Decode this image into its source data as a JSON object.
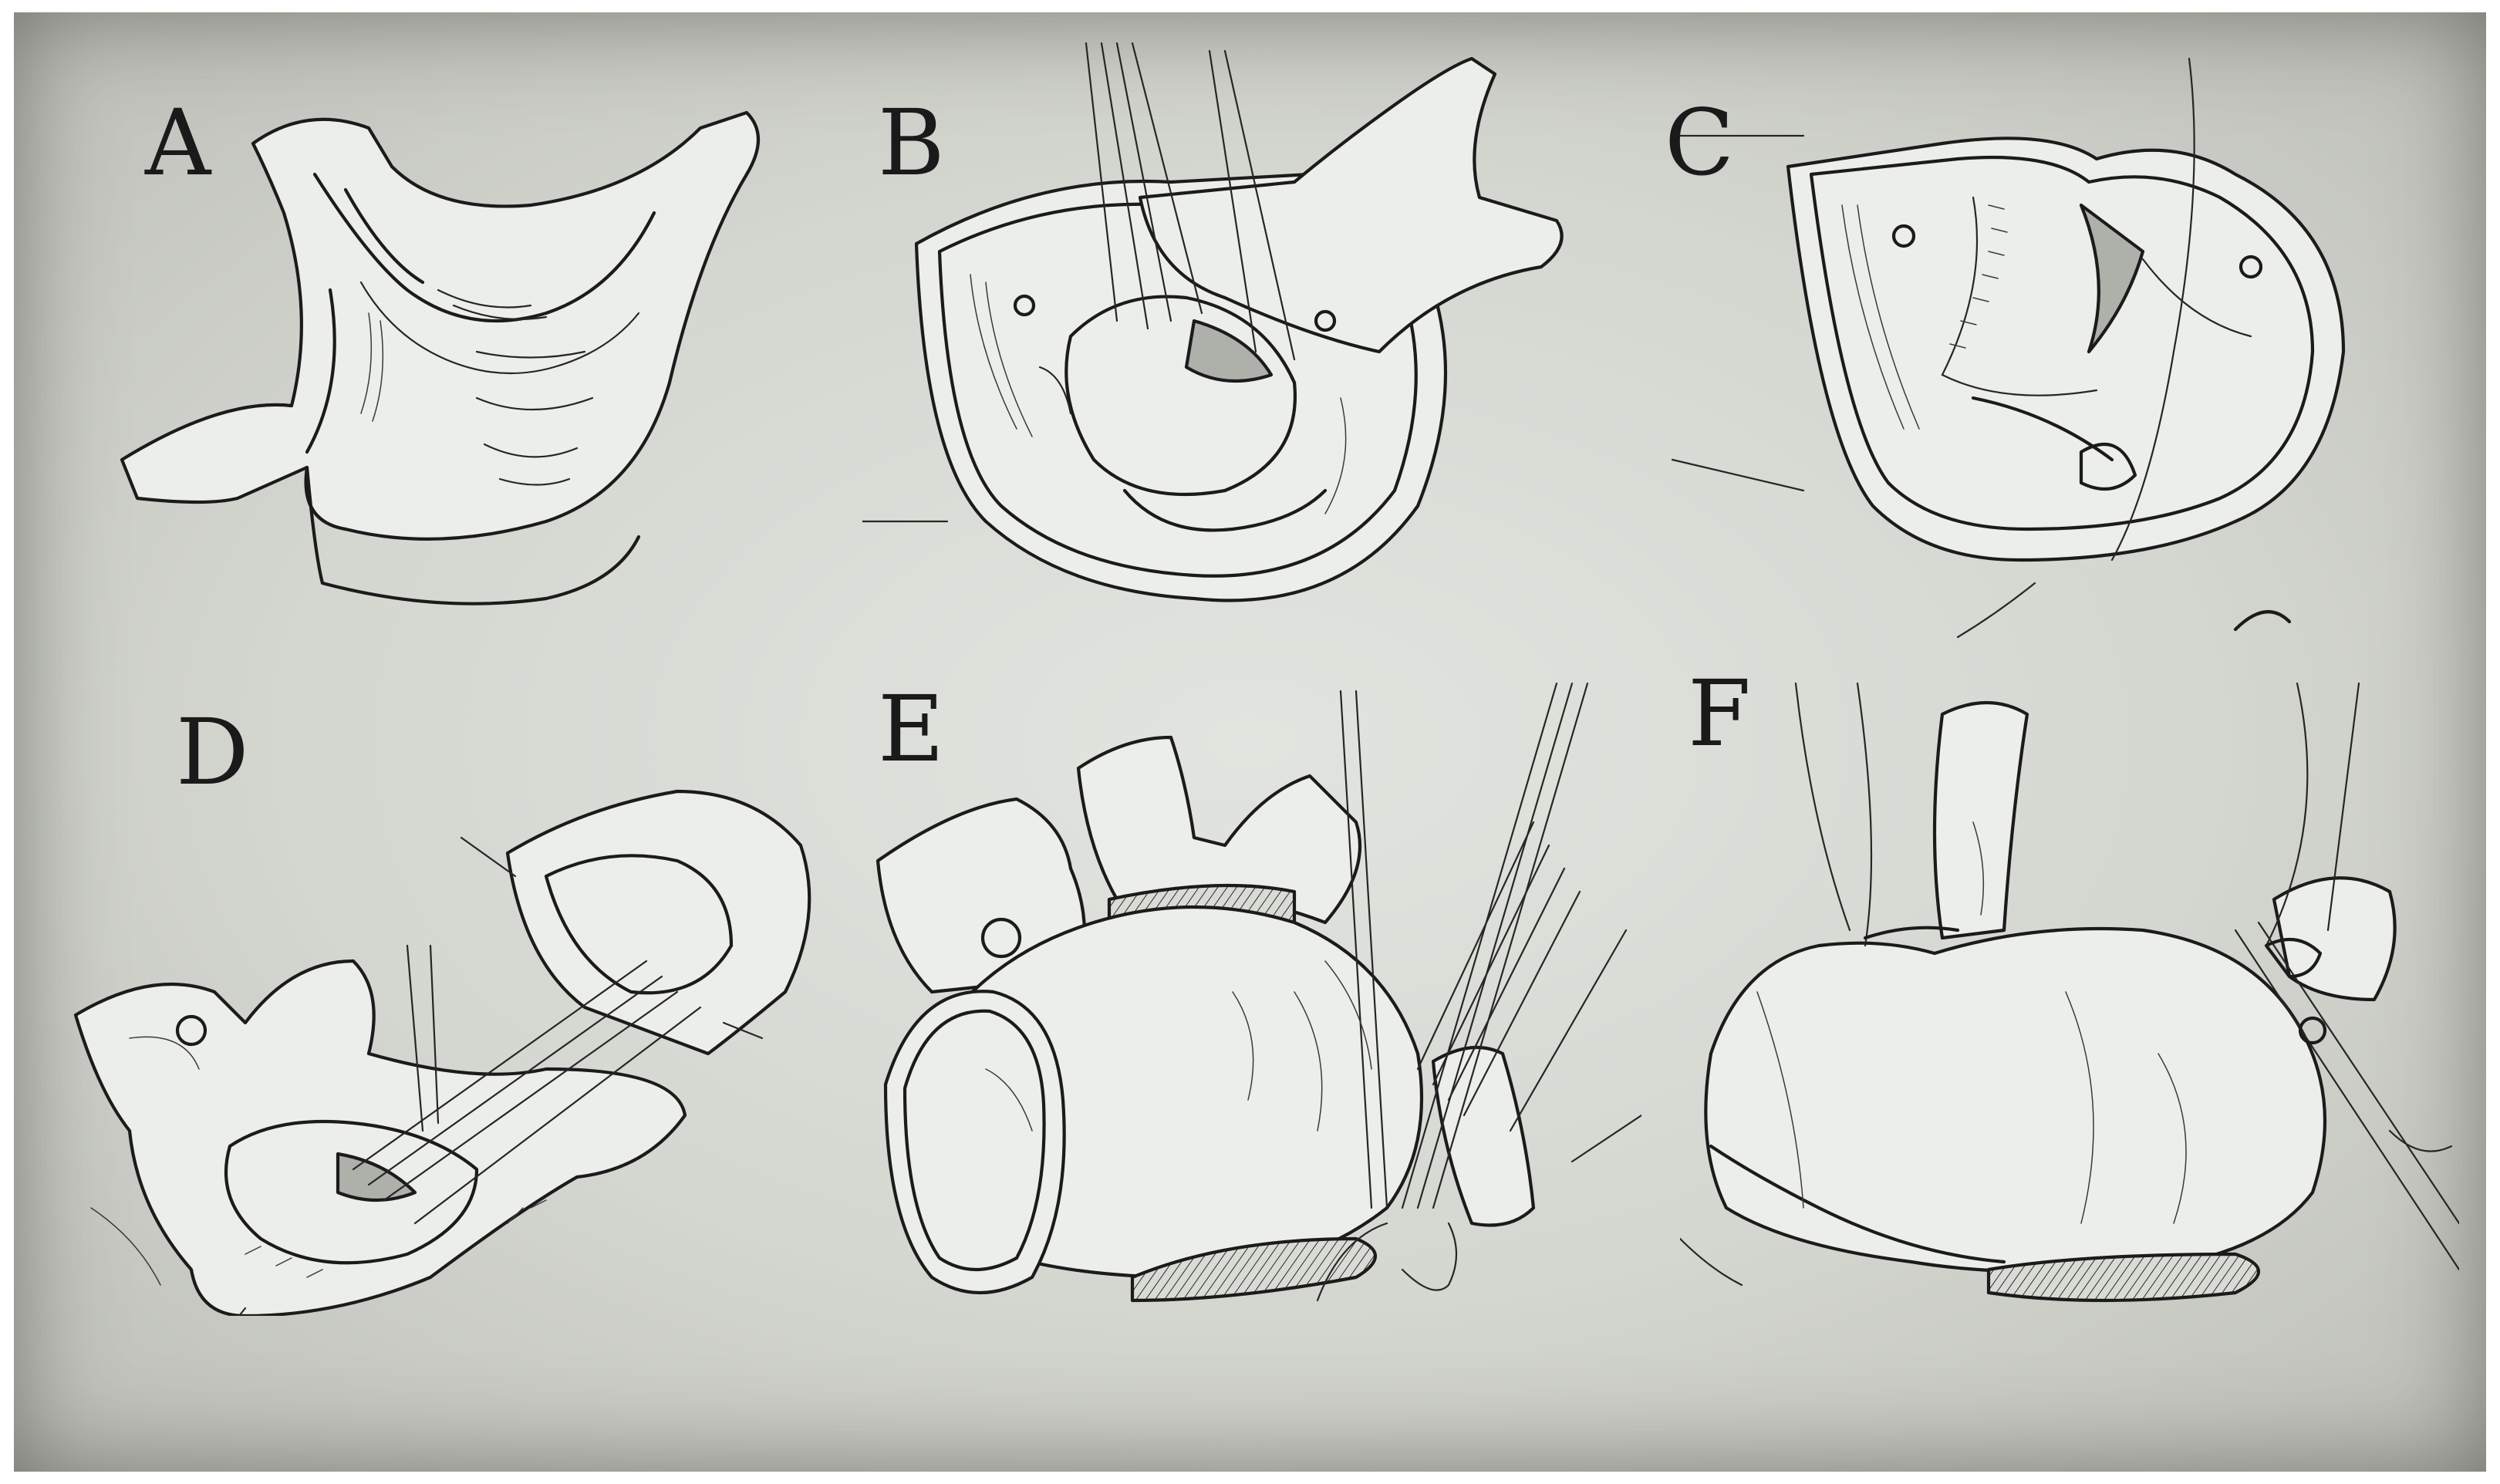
{
  "figure": {
    "panels": [
      {
        "id": "A",
        "label": "A"
      },
      {
        "id": "B",
        "label": "B"
      },
      {
        "id": "C",
        "label": "C"
      },
      {
        "id": "D",
        "label": "D"
      },
      {
        "id": "E",
        "label": "E"
      },
      {
        "id": "F",
        "label": "F"
      }
    ]
  },
  "colors": {
    "background": "#d4d6d0",
    "ink": "#1b1b1b",
    "vignette": "#bcbeb7"
  },
  "icons": {
    "A": "heart-valve-anatomy-illustration",
    "B": "valve-excision-sutures-illustration",
    "C": "valve-chamber-suture-line-illustration",
    "D": "graft-suture-attachment-illustration",
    "E": "graft-anastomosis-illustration",
    "F": "completed-repair-illustration"
  }
}
